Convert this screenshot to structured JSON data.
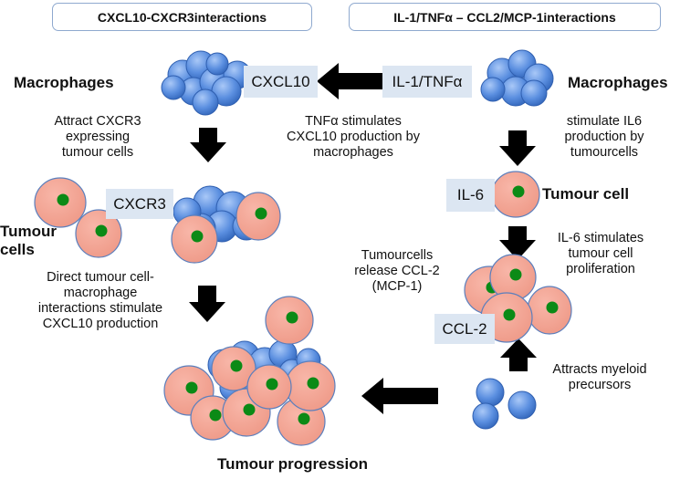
{
  "headers": {
    "left": "CXCL10-CXCR3interactions",
    "right": "IL-1/TNFα – CCL2/MCP-1interactions"
  },
  "labels": {
    "cxcl10": "CXCL10",
    "il1_tnfa": "IL-1/TNFα",
    "cxcr3": "CXCR3",
    "il6": "IL-6",
    "ccl2": "CCL-2"
  },
  "bold_labels": {
    "macrophages_left": "Macrophages",
    "macrophages_right": "Macrophages",
    "tumour_cells_line1": "Tumour",
    "tumour_cells_line2": "cells",
    "tumour_cell": "Tumour cell",
    "tumour_progression": "Tumour progression"
  },
  "notes": {
    "attract_cxcr3": [
      "Attract CXCR3",
      "expressing",
      "tumour cells"
    ],
    "tnfa_stimulates": [
      "TNFα stimulates",
      "CXCL10 production by",
      "macrophages"
    ],
    "stimulate_il6": [
      "stimulate IL6",
      "production by",
      "tumourcells"
    ],
    "direct_interactions": [
      "Direct tumour cell-",
      "macrophage",
      "interactions stimulate",
      "CXCL10 production"
    ],
    "tumourcells_release": [
      "Tumourcells",
      "release CCL-2",
      "(MCP-1)"
    ],
    "il6_stimulates": [
      "IL-6 stimulates",
      "tumour cell",
      "proliferation"
    ],
    "attracts_myeloid": [
      "Attracts myeloid",
      "precursors"
    ]
  },
  "colors": {
    "tumour_cell_fill": "#f2a090",
    "tumour_cell_stroke": "#5b7fbd",
    "nucleus": "#0b8a16",
    "macrophage_fill": "#5b8fe0",
    "macrophage_stroke": "#2f5fb0",
    "label_box_fill": "#dce6f2",
    "header_border": "#8fa9cf",
    "arrow": "#000000"
  }
}
